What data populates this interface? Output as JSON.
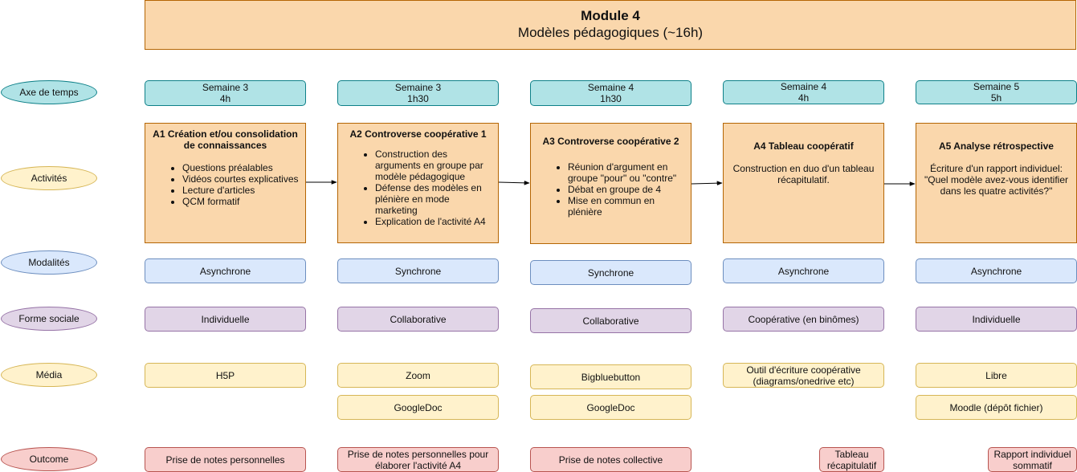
{
  "header": {
    "title": "Module 4",
    "subtitle": "Modèles pédagogiques (~16h)"
  },
  "row_labels": {
    "axe": "Axe de temps",
    "activites": "Activités",
    "modalites": "Modalités",
    "forme": "Forme sociale",
    "media": "Média",
    "outcome": "Outcome"
  },
  "columns": [
    {
      "week": "Semaine 3",
      "duration": "4h",
      "activity": {
        "title": "A1 Création et/ou consolidation de connaissances",
        "items": [
          "Questions préalables",
          "Vidéos courtes explicatives",
          "Lecture d'articles",
          "QCM formatif"
        ],
        "text": ""
      },
      "modalite": "Asynchrone",
      "forme": "Individuelle",
      "media": [
        "H5P"
      ],
      "outcome": "Prise de notes personnelles"
    },
    {
      "week": "Semaine 3",
      "duration": "1h30",
      "activity": {
        "title": "A2 Controverse coopérative 1",
        "items": [
          "Construction des arguments en groupe par modèle pédagogique",
          "Défense des modèles en plénière en mode marketing",
          "Explication de l'activité A4"
        ],
        "text": ""
      },
      "modalite": "Synchrone",
      "forme": "Collaborative",
      "media": [
        "Zoom",
        "GoogleDoc"
      ],
      "outcome": "Prise de notes personnelles pour élaborer l'activité A4"
    },
    {
      "week": "Semaine 4",
      "duration": "1h30",
      "activity": {
        "title": "A3 Controverse coopérative 2",
        "items": [
          "Réunion d'argument en groupe \"pour\" ou \"contre\"",
          "Débat en groupe de 4",
          "Mise en commun en plénière"
        ],
        "text": ""
      },
      "modalite": "Synchrone",
      "forme": "Collaborative",
      "media": [
        "Bigbluebutton",
        "GoogleDoc"
      ],
      "outcome": "Prise de notes collective"
    },
    {
      "week": "Semaine 4",
      "duration": "4h",
      "activity": {
        "title": "A4 Tableau coopératif",
        "items": [],
        "text": "Construction en duo d'un tableau récapitulatif."
      },
      "modalite": "Asynchrone",
      "forme": "Coopérative (en binômes)",
      "media": [
        "Outil d'écriture coopérative (diagrams/onedrive etc)"
      ],
      "outcome": "Tableau récapitulatif"
    },
    {
      "week": "Semaine 5",
      "duration": "5h",
      "activity": {
        "title": "A5 Analyse rétrospective",
        "items": [],
        "text": "Écriture d'un rapport individuel: \"Quel modèle avez-vous identifier dans les quatre activités?\""
      },
      "modalite": "Asynchrone",
      "forme": "Individuelle",
      "media": [
        "Libre",
        "Moodle (dépôt fichier)"
      ],
      "outcome": "Rapport individuel sommatif"
    }
  ],
  "colors": {
    "header_fill": "#fad7ac",
    "header_stroke": "#b46504",
    "week_fill": "#b0e3e6",
    "modalite_fill": "#dae8fc",
    "forme_fill": "#e1d5e7",
    "media_fill": "#fff2cc",
    "outcome_fill": "#f8cecc"
  }
}
